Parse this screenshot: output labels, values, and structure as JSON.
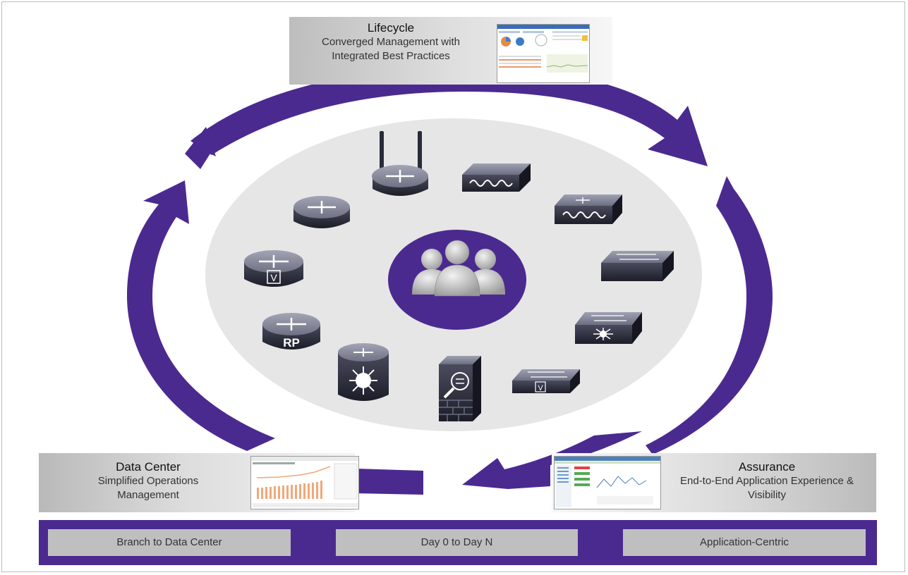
{
  "lifecycle": {
    "title": "Lifecycle",
    "description": "Converged Management with Integrated Best Practices"
  },
  "data_center": {
    "title": "Data Center",
    "description": "Simplified Operations Management"
  },
  "assurance": {
    "title": "Assurance",
    "description": "End-to-End Application Experience & Visibility"
  },
  "bottom_bar": {
    "items": [
      {
        "label": "Branch to Data Center"
      },
      {
        "label": "Day 0 to Day N"
      },
      {
        "label": "Application-Centric"
      }
    ]
  },
  "device_icons": {
    "rp": "RP",
    "virtual": "V"
  },
  "colors": {
    "accent_purple": "#4b2a90",
    "ellipse_gray": "#e6e6e6",
    "device_dark": "#2a2b3a",
    "panel_gray": "#c8c8c8"
  }
}
